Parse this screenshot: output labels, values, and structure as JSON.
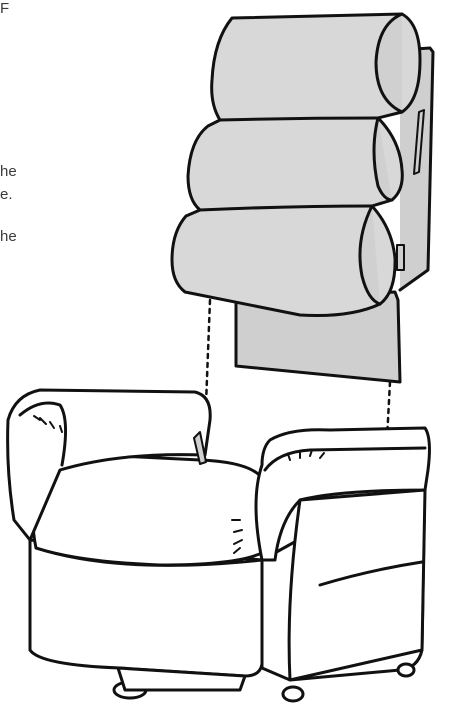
{
  "figure": {
    "text_fragments": [
      "F",
      "he",
      "e.",
      "he"
    ],
    "colors": {
      "outline": "#111111",
      "backrest_fill": "#d8d8d8",
      "panel_fill": "#cfcfcf",
      "chair_fill": "#ffffff",
      "text": "#3a3a3a"
    }
  }
}
